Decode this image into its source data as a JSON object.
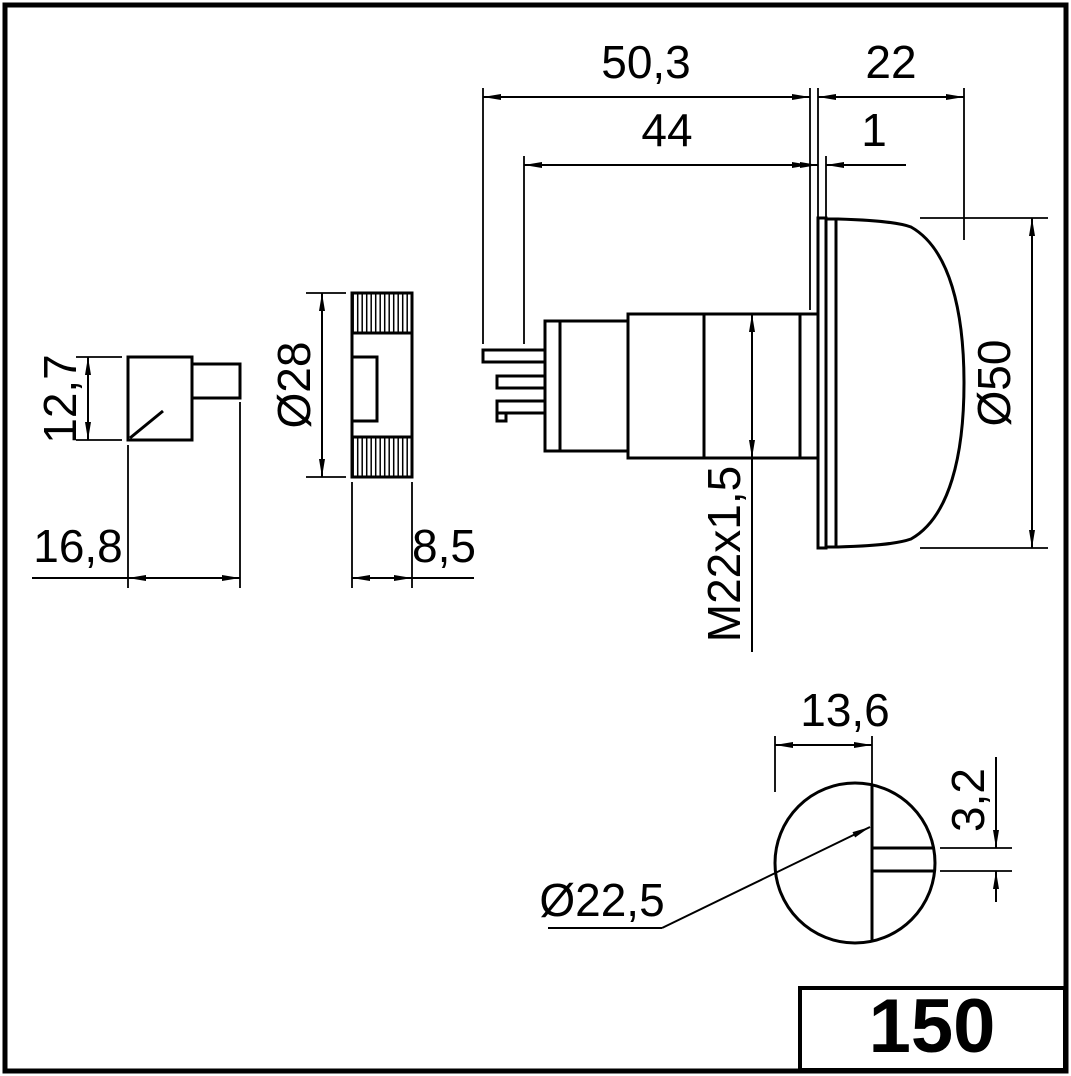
{
  "title_block": {
    "part_number": "150"
  },
  "dims": {
    "overall_length": "50,3",
    "lens_depth": "22",
    "body_length": "44",
    "panel_gap": "1",
    "plug_height": "12,7",
    "plug_length": "16,8",
    "nut_diameter": "Ø28",
    "nut_width": "8,5",
    "thread_size": "M22x1,5",
    "lens_diameter": "Ø50",
    "cutout_flat_width": "13,6",
    "cutout_notch_width": "3,2",
    "cutout_diameter": "Ø22,5"
  }
}
